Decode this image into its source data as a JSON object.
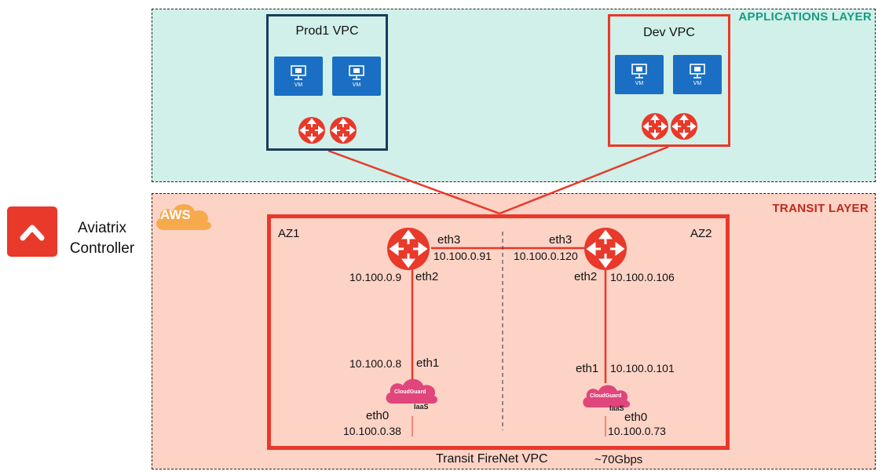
{
  "layers": {
    "applications": {
      "label": "APPLICATIONS LAYER",
      "color": "#1a9a82"
    },
    "transit": {
      "label": "TRANSIT LAYER",
      "color": "#c0281b"
    }
  },
  "controller": {
    "line1": "Aviatrix",
    "line2": "Controller",
    "logo_icon": "aviatrix-chevron-icon",
    "color": "#e8392a"
  },
  "cloud_badge": {
    "label": "AWS",
    "icon": "cloud-icon",
    "color": "#f6a94d"
  },
  "spokes": [
    {
      "title": "Prod1 VPC",
      "border_color": "#1b3c5a",
      "vm_label": "VM",
      "gateways": 2,
      "vms": 2
    },
    {
      "title": "Dev VPC",
      "border_color": "#e8392a",
      "vm_label": "VM",
      "gateways": 2,
      "vms": 2
    }
  ],
  "transit_vpc": {
    "label": "Transit FireNet VPC",
    "throughput": "~70Gbps",
    "border_color": "#e8392a",
    "az1": {
      "label": "AZ1",
      "gw_eth3": "eth3",
      "gw_eth3_ip": "10.100.0.91",
      "gw_eth2": "eth2",
      "gw_eth2_ip": "10.100.0.9",
      "fw_eth1": "eth1",
      "fw_eth1_ip": "10.100.0.8",
      "fw_eth0": "eth0",
      "fw_eth0_ip": "10.100.0.38"
    },
    "az2": {
      "label": "AZ2",
      "gw_eth3": "eth3",
      "gw_eth3_ip": "10.100.0.120",
      "gw_eth2": "eth2",
      "gw_eth2_ip": "10.100.0.106",
      "fw_eth1": "eth1",
      "fw_eth1_ip": "10.100.0.101",
      "fw_eth0": "eth0",
      "fw_eth0_ip": "10.100.0.73"
    }
  },
  "firewall": {
    "brand": "CloudGuard",
    "sub": "IaaS",
    "color": "#e0457b"
  },
  "colors": {
    "link": "#e8392a",
    "router": "#e8392a"
  }
}
